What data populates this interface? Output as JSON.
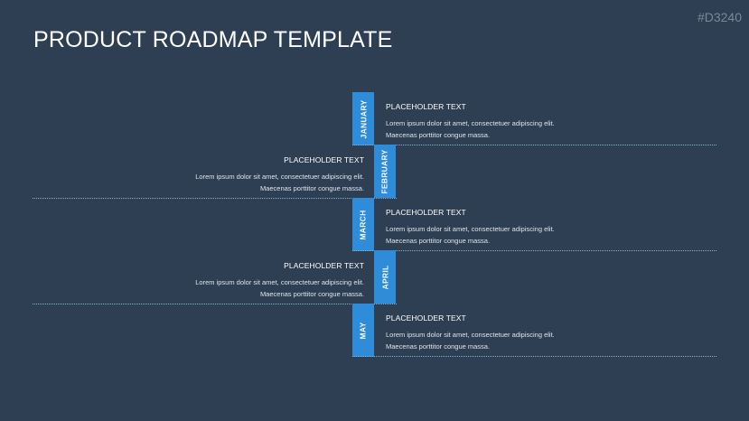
{
  "slide": {
    "title": "PRODUCT ROADMAP TEMPLATE",
    "code": "#D3240"
  },
  "roadmap": {
    "months": [
      {
        "label": "JANUARY",
        "heading": "PLACEHOLDER TEXT",
        "line1": "Lorem ipsum dolor sit amet, consectetuer adipiscing elit.",
        "line2": "Maecenas porttitor congue massa."
      },
      {
        "label": "FEBRUARY",
        "heading": "PLACEHOLDER TEXT",
        "line1": "Lorem ipsum dolor sit amet, consectetuer adipiscing elit.",
        "line2": "Maecenas porttitor congue massa."
      },
      {
        "label": "MARCH",
        "heading": "PLACEHOLDER TEXT",
        "line1": "Lorem ipsum dolor sit amet, consectetuer adipiscing elit.",
        "line2": "Maecenas porttitor congue massa."
      },
      {
        "label": "APRIL",
        "heading": "PLACEHOLDER TEXT",
        "line1": "Lorem ipsum dolor sit amet, consectetuer adipiscing elit.",
        "line2": "Maecenas porttitor congue massa."
      },
      {
        "label": "MAY",
        "heading": "PLACEHOLDER TEXT",
        "line1": "Lorem ipsum dolor sit amet, consectetuer adipiscing elit.",
        "line2": "Maecenas porttitor congue massa."
      }
    ]
  },
  "colors": {
    "background": "#2e3e53",
    "accent": "#2f8cd9",
    "divider": "#7fb3cf",
    "text": "#ffffff"
  }
}
